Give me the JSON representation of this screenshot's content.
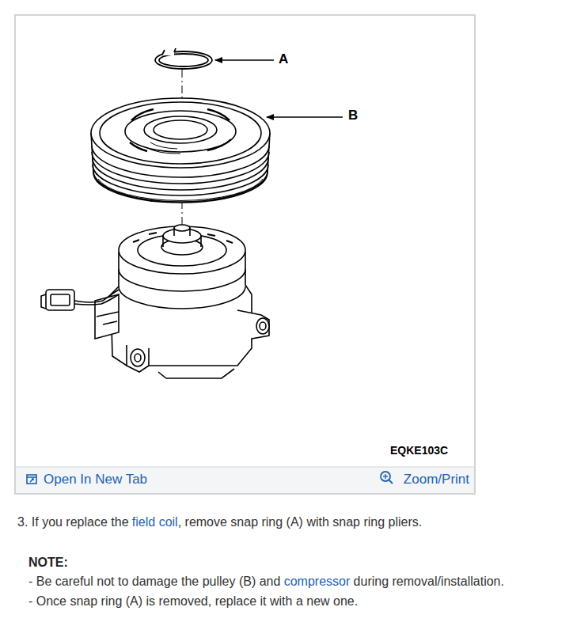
{
  "diagram": {
    "labels": [
      "A",
      "B",
      "EQKE103C",
      "Open In New Tab",
      "Zoom/Print",
      "3. If you replace the",
      "field coil",
      ", remove snap ring (A) with snap ring pliers.",
      "NOTE:",
      "- Be careful not to damage the pulley (B) and",
      "compressor",
      "during removal/installation.",
      "- Once snap ring (A) is removed, replace it with a new one."
    ]
  }
}
